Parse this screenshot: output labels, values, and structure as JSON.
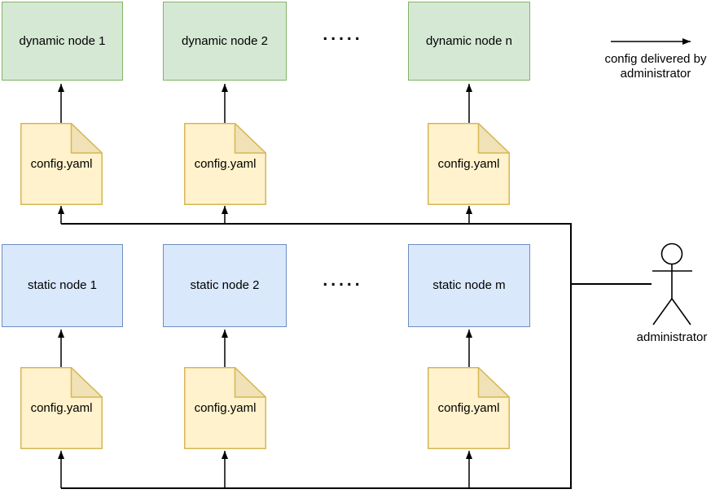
{
  "diagram": {
    "dynamic_row": {
      "nodes": [
        {
          "label": "dynamic node 1"
        },
        {
          "label": "dynamic node 2"
        },
        {
          "label": "dynamic node n"
        }
      ],
      "ellipsis": "....."
    },
    "static_row": {
      "nodes": [
        {
          "label": "static node 1"
        },
        {
          "label": "static node 2"
        },
        {
          "label": "static node m"
        }
      ],
      "ellipsis": "....."
    },
    "config_file_label": "config.yaml",
    "legend": {
      "caption": "config delivered by administrator"
    },
    "actor": {
      "label": "administrator"
    }
  },
  "colors": {
    "dynamic_fill": "#d5e8d4",
    "dynamic_border": "#82b366",
    "static_fill": "#dae8fc",
    "static_border": "#6c8ebf",
    "doc_fill": "#fff2cc",
    "doc_border": "#d6b656",
    "doc_fold": "#f0e2b6",
    "line": "#000000"
  }
}
